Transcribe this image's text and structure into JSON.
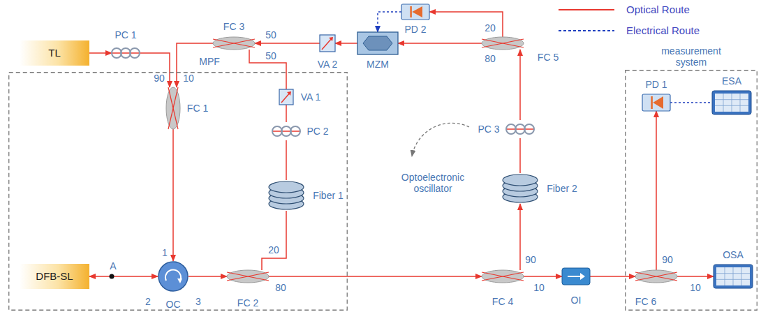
{
  "diagram": {
    "nodes": [
      {
        "text": [
          "MPF"
        ]
      },
      {
        "text": [
          "TL"
        ]
      },
      {
        "text": [
          "PC 1"
        ]
      },
      {
        "text": [
          "FC 1"
        ],
        "in": 0
      },
      {
        "text": [
          "OC"
        ],
        "in": 0
      },
      {
        "text": [
          "DFB-SL"
        ],
        "in": 0
      },
      {
        "text": [
          "FC 2"
        ],
        "in": 0
      },
      {
        "text": [
          "FC 3"
        ]
      },
      {
        "text": [
          "VA 1"
        ],
        "in": 0
      },
      {
        "text": [
          "PC 2"
        ],
        "in": 0
      },
      {
        "text": [
          "Fiber 1"
        ],
        "in": 0
      },
      {
        "text": [
          "VA 2"
        ]
      },
      {
        "text": [
          "MZM"
        ]
      },
      {
        "text": [
          "PD 2"
        ]
      },
      {
        "text": [
          "FC 5"
        ]
      },
      {
        "text": [
          "PC 3"
        ]
      },
      {
        "text": [
          "Fiber 2"
        ]
      },
      {
        "text": [
          "FC 4"
        ]
      },
      {
        "text": [
          "OI"
        ]
      },
      {
        "text": [
          "measurement system"
        ]
      },
      {
        "text": [
          "PD 1"
        ],
        "in": 19
      },
      {
        "text": [
          "ESA"
        ],
        "in": 19
      },
      {
        "text": [
          "FC 6"
        ],
        "in": 19
      },
      {
        "text": [
          "OSA"
        ],
        "in": 19
      }
    ],
    "edges": [
      {
        "from": 1,
        "to": 2,
        "arrow": "to"
      },
      {
        "from": 2,
        "to": 3,
        "arrow": "to"
      },
      {
        "from": 3,
        "to": 4,
        "arrow": "to"
      },
      {
        "from": 4,
        "to": 5,
        "arrow": "both"
      },
      {
        "from": 4,
        "to": 6,
        "arrow": "to"
      },
      {
        "from": 6,
        "to": 10,
        "arrow": "none"
      },
      {
        "from": 6,
        "to": 17,
        "arrow": "to"
      },
      {
        "from": 10,
        "to": 9,
        "arrow": "none"
      },
      {
        "from": 9,
        "to": 8,
        "arrow": "none"
      },
      {
        "from": 8,
        "to": 7,
        "arrow": "none"
      },
      {
        "from": 11,
        "to": 7,
        "arrow": "to"
      },
      {
        "from": 7,
        "to": 3,
        "arrow": "to"
      },
      {
        "from": 12,
        "to": 11,
        "arrow": "to"
      },
      {
        "from": 14,
        "to": 12,
        "arrow": "to"
      },
      {
        "from": 14,
        "to": 13,
        "arrow": "to"
      },
      {
        "from": 13,
        "to": 12,
        "arrow": "to"
      },
      {
        "from": 15,
        "to": 14,
        "arrow": "to"
      },
      {
        "from": 16,
        "to": 15,
        "arrow": "none"
      },
      {
        "from": 17,
        "to": 16,
        "arrow": "to"
      },
      {
        "from": 17,
        "to": 18,
        "arrow": "to"
      },
      {
        "from": 18,
        "to": 22,
        "arrow": "to"
      },
      {
        "from": 22,
        "to": 20,
        "arrow": "to"
      },
      {
        "from": 20,
        "to": 21,
        "arrow": "none"
      },
      {
        "from": 22,
        "to": 23,
        "arrow": "to"
      }
    ],
    "labels": [
      "90",
      "10",
      "1",
      "2",
      "3",
      "A",
      "20",
      "80",
      "50",
      "50",
      "20",
      "80",
      "90",
      "10",
      "90",
      "10",
      "Optoelectronic oscillator"
    ],
    "legend": [
      {
        "text": "Optical Route"
      },
      {
        "text": "Electrical Route"
      }
    ]
  }
}
